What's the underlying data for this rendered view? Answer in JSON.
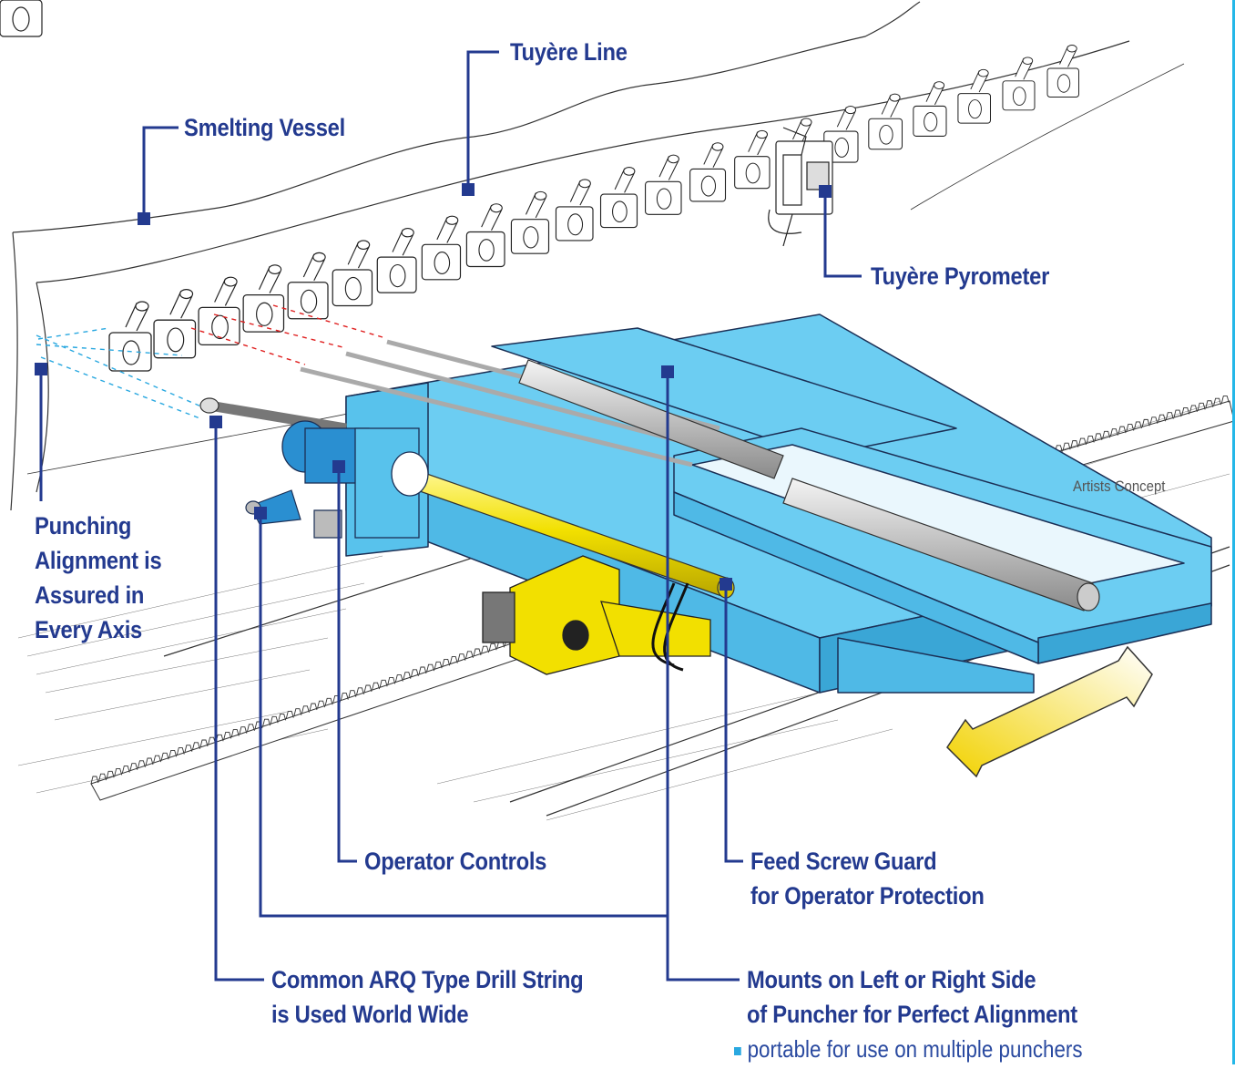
{
  "labels": {
    "tuyere_line": "Tuyère Line",
    "smelting_vessel": "Smelting Vessel",
    "tuyere_pyrometer": "Tuyère Pyrometer",
    "punching_alignment": [
      "Punching",
      "Alignment is",
      "Assured in",
      "Every Axis"
    ],
    "operator_controls": "Operator Controls",
    "feed_screw_guard": [
      "Feed Screw Guard",
      "for Operator Protection"
    ],
    "drill_string": [
      "Common ARQ Type Drill String",
      "is Used World Wide"
    ],
    "mounts": [
      "Mounts on Left or Right Side",
      "of Puncher for Perfect Alignment"
    ]
  },
  "caption": "Artists Concept",
  "bullet": "portable for use on multiple punchers",
  "colors": {
    "label": "#233a8f",
    "frame": "#6ccdf2",
    "yellow": "#f5e400",
    "bullet": "#29a8e0"
  }
}
